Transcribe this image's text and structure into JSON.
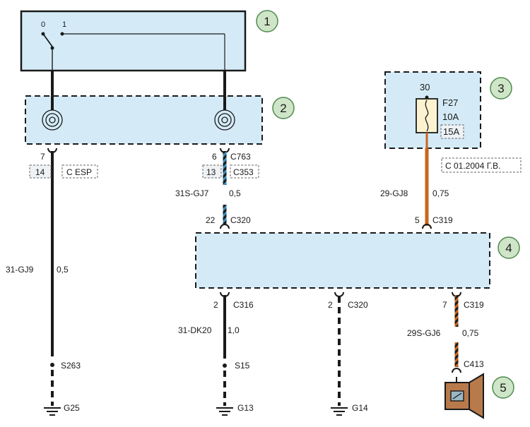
{
  "callouts": [
    "1",
    "2",
    "3",
    "4",
    "5"
  ],
  "switch": {
    "pos0": "0",
    "pos1": "1"
  },
  "fuse": {
    "terminal": "30",
    "name": "F27",
    "rating": "10A",
    "alt_rating": "15A"
  },
  "notes": {
    "esp": "C ESP",
    "date": "C 01.2004 Г.В."
  },
  "wires": {
    "left": {
      "pin": "7",
      "alt_pin": "14",
      "code": "31-GJ9",
      "size": "0,5",
      "splice": "S263",
      "ground": "G25"
    },
    "center": {
      "pin_top": "6",
      "connector_top": "C763",
      "alt_pin": "13",
      "alt_connector": "C353",
      "code": "31S-GJ7",
      "size": "0,5",
      "pin_mod": "22",
      "connector_mod": "C320"
    },
    "right_top": {
      "code": "29-GJ8",
      "size": "0,75",
      "pin": "5",
      "connector": "C319"
    },
    "bottom_left": {
      "pin": "2",
      "connector": "C316",
      "code": "31-DK20",
      "size": "1,0",
      "splice": "S15",
      "ground": "G13"
    },
    "bottom_mid": {
      "pin": "2",
      "connector": "C320",
      "ground": "G14"
    },
    "bottom_right": {
      "pin": "7",
      "connector": "C319",
      "code": "29S-GJ6",
      "size": "0,75",
      "connector_spk": "C413"
    }
  },
  "colors": {
    "box_fill": "#d4ebf7",
    "wire_black": "#1a1a1a",
    "wire_orange": "#c8651b",
    "wire_blue": "#3a8fc0",
    "callout_fill": "#cfe5c8",
    "callout_stroke": "#4f8a4f",
    "fuse_fill": "#fdf2cf",
    "speaker_fill": "#b87a4b"
  }
}
